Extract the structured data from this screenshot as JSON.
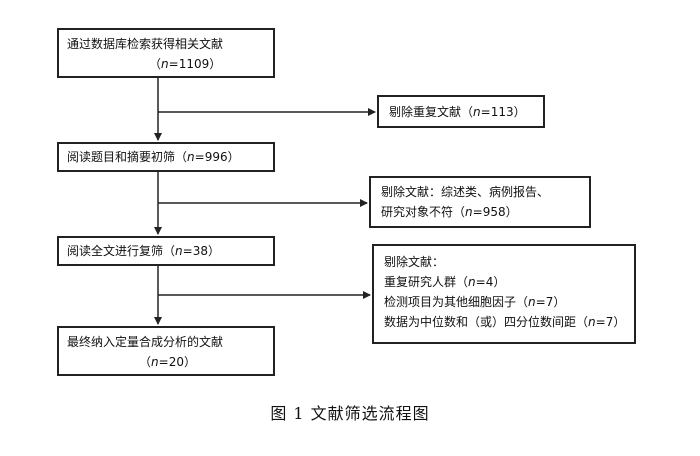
{
  "main_flow": [
    {
      "text": "通过数据库检索获得相关文献",
      "n": "1109"
    },
    {
      "text": "阅读题目和摘要初筛",
      "n": "996"
    },
    {
      "text": "阅读全文进行复筛",
      "n": "38"
    },
    {
      "text": "最终纳入定量合成分析的文献",
      "n": "20"
    }
  ],
  "exclusions": [
    {
      "label": "剔除重复文献",
      "n": "113"
    },
    {
      "label": "剔除文献：综述类、病例报告、",
      "line2": "研究对象不符",
      "n": "958"
    },
    {
      "label": "剔除文献：",
      "items": [
        {
          "text": "重复研究人群",
          "n": "4"
        },
        {
          "text": "检测项目为其他细胞因子",
          "n": "7"
        },
        {
          "text": "数据为中位数和（或）四分位数间距",
          "n": "7"
        }
      ]
    }
  ],
  "caption": "图 1    文献筛选流程图",
  "colors": {
    "line": "#222222",
    "border": "#222222",
    "text": "#111111"
  }
}
